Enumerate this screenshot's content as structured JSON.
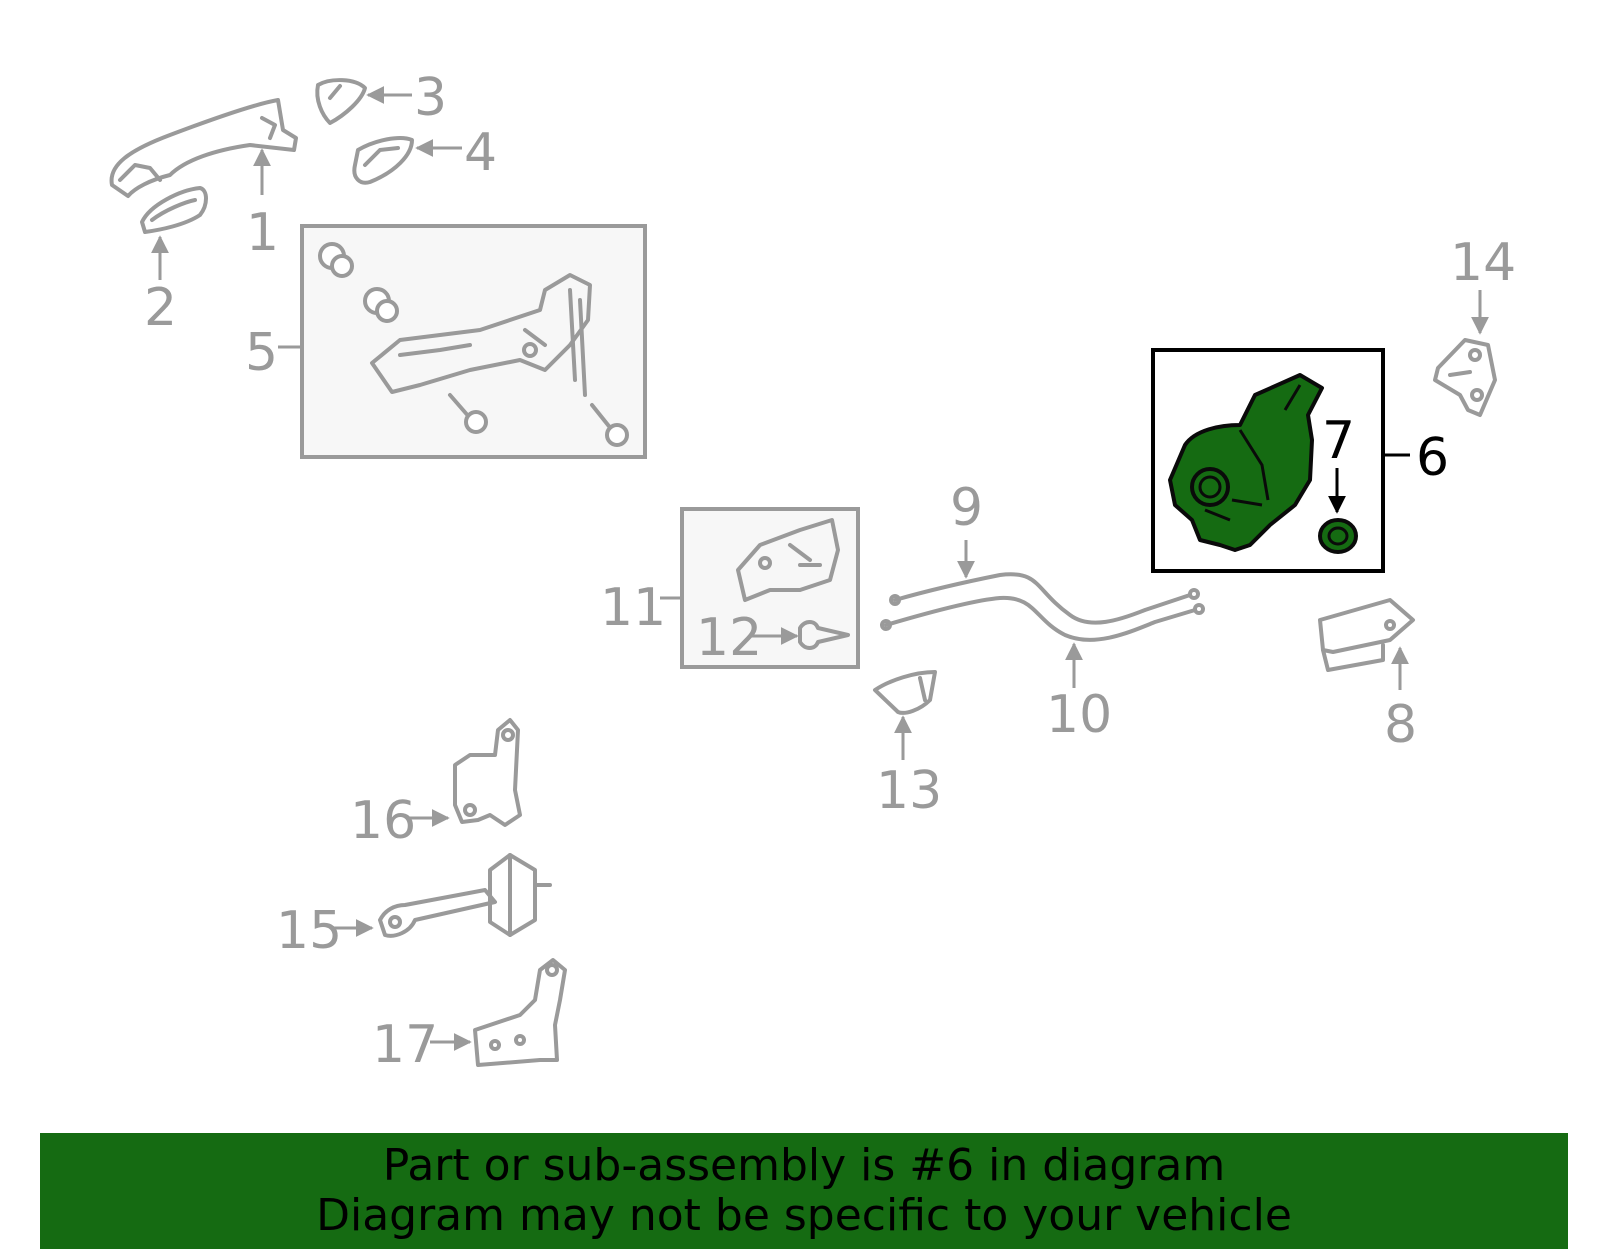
{
  "callouts": {
    "c1": "1",
    "c2": "2",
    "c3": "3",
    "c4": "4",
    "c5": "5",
    "c6": "6",
    "c7": "7",
    "c8": "8",
    "c9": "9",
    "c10": "10",
    "c11": "11",
    "c12": "12",
    "c13": "13",
    "c14": "14",
    "c15": "15",
    "c16": "16",
    "c17": "17"
  },
  "highlight": {
    "part": "6",
    "color": "#156b12"
  },
  "colors": {
    "part_stroke": "#9a9a9a",
    "active_stroke": "#000000",
    "banner_bg": "#156b12"
  },
  "banner": {
    "line1": "Part or sub-assembly is #6 in diagram",
    "line2": "Diagram may not be specific to your vehicle"
  }
}
